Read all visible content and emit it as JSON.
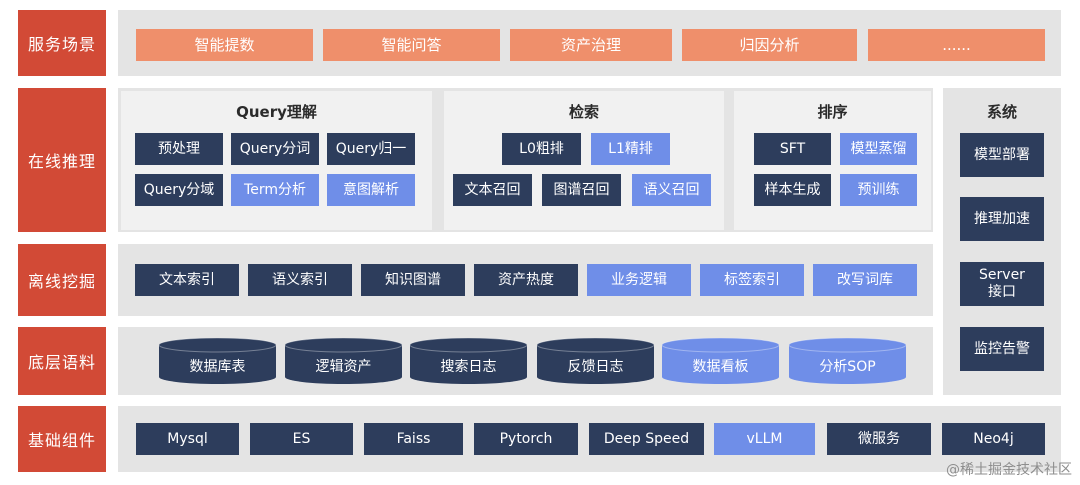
{
  "rows": {
    "service": "服务场景",
    "online": "在线推理",
    "offline": "离线挖掘",
    "corpus": "底层语料",
    "infra": "基础组件"
  },
  "service_items": [
    "智能提数",
    "智能问答",
    "资产治理",
    "归因分析",
    "......"
  ],
  "query": {
    "title": "Query理解",
    "items": [
      "预处理",
      "Query分词",
      "Query归一",
      "Query分域",
      "Term分析",
      "意图解析"
    ]
  },
  "retrieval": {
    "title": "检索",
    "items": [
      "L0粗排",
      "L1精排",
      "文本召回",
      "图谱召回",
      "语义召回"
    ]
  },
  "ranking": {
    "title": "排序",
    "items": [
      "SFT",
      "模型蒸馏",
      "样本生成",
      "预训练"
    ]
  },
  "system": {
    "title": "系统",
    "items": [
      "模型部署",
      "推理加速",
      "Server\n接口",
      "监控告警"
    ]
  },
  "offline_items": [
    "文本索引",
    "语义索引",
    "知识图谱",
    "资产热度",
    "业务逻辑",
    "标签索引",
    "改写词库"
  ],
  "corpus_items": [
    "数据库表",
    "逻辑资产",
    "搜索日志",
    "反馈日志",
    "数据看板",
    "分析SOP"
  ],
  "infra_items": [
    "Mysql",
    "ES",
    "Faiss",
    "Pytorch",
    "Deep Speed",
    "vLLM",
    "微服务",
    "Neo4j"
  ],
  "watermark": "@稀土掘金技术社区",
  "colors": {
    "row_label": "#d24a36",
    "dark_box": "#2d3d5c",
    "light_box": "#6f8ee8",
    "orange_box": "#ef8f6b"
  }
}
